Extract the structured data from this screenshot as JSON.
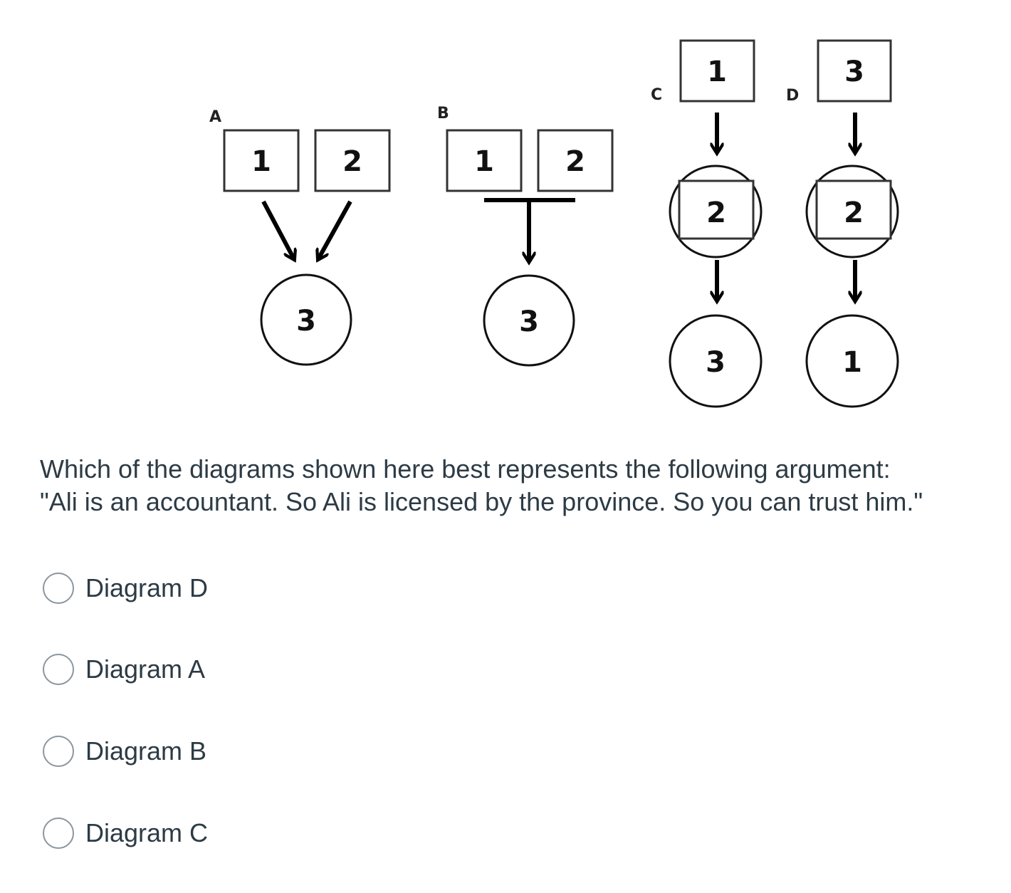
{
  "diagrams": {
    "A": {
      "letter": "A",
      "premise_1": "1",
      "premise_2": "2",
      "conclusion": "3"
    },
    "B": {
      "letter": "B",
      "premise_1": "1",
      "premise_2": "2",
      "conclusion": "3"
    },
    "C": {
      "letter": "C",
      "top": "1",
      "middle": "2",
      "bottom": "3"
    },
    "D": {
      "letter": "D",
      "top": "3",
      "middle": "2",
      "bottom": "1"
    }
  },
  "question": {
    "line_1": "Which of the diagrams shown here best represents the following argument:",
    "line_2": "\"Ali is an accountant. So Ali is licensed by the province. So you can trust him.\""
  },
  "options": [
    {
      "label": "Diagram D",
      "selected": false
    },
    {
      "label": "Diagram A",
      "selected": false
    },
    {
      "label": "Diagram B",
      "selected": false
    },
    {
      "label": "Diagram C",
      "selected": false
    }
  ],
  "colors": {
    "text": "#2d3b45",
    "radio_border": "#8b969e"
  }
}
